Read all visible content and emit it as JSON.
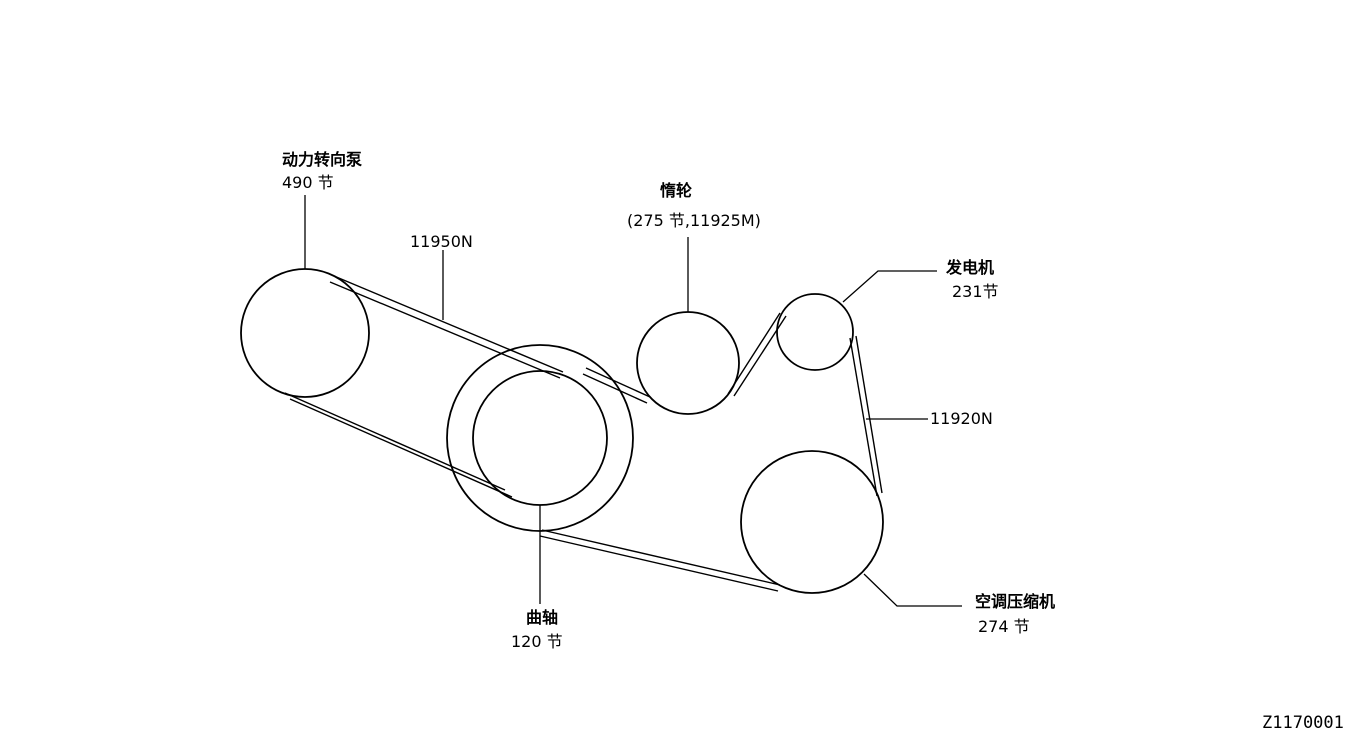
{
  "labels": {
    "power_steering": {
      "name": "动力转向泵",
      "value": "490 节"
    },
    "idler": {
      "name": "惰轮",
      "value": "(275 节,11925M)"
    },
    "alternator": {
      "name": "发电机",
      "value": "231节"
    },
    "crankshaft": {
      "name": "曲轴",
      "value": "120 节"
    },
    "ac_compressor": {
      "name": "空调压缩机",
      "value": "274 节"
    },
    "belt_upper": "11950N",
    "belt_right": "11920N"
  },
  "figure_id": "Z1170001"
}
